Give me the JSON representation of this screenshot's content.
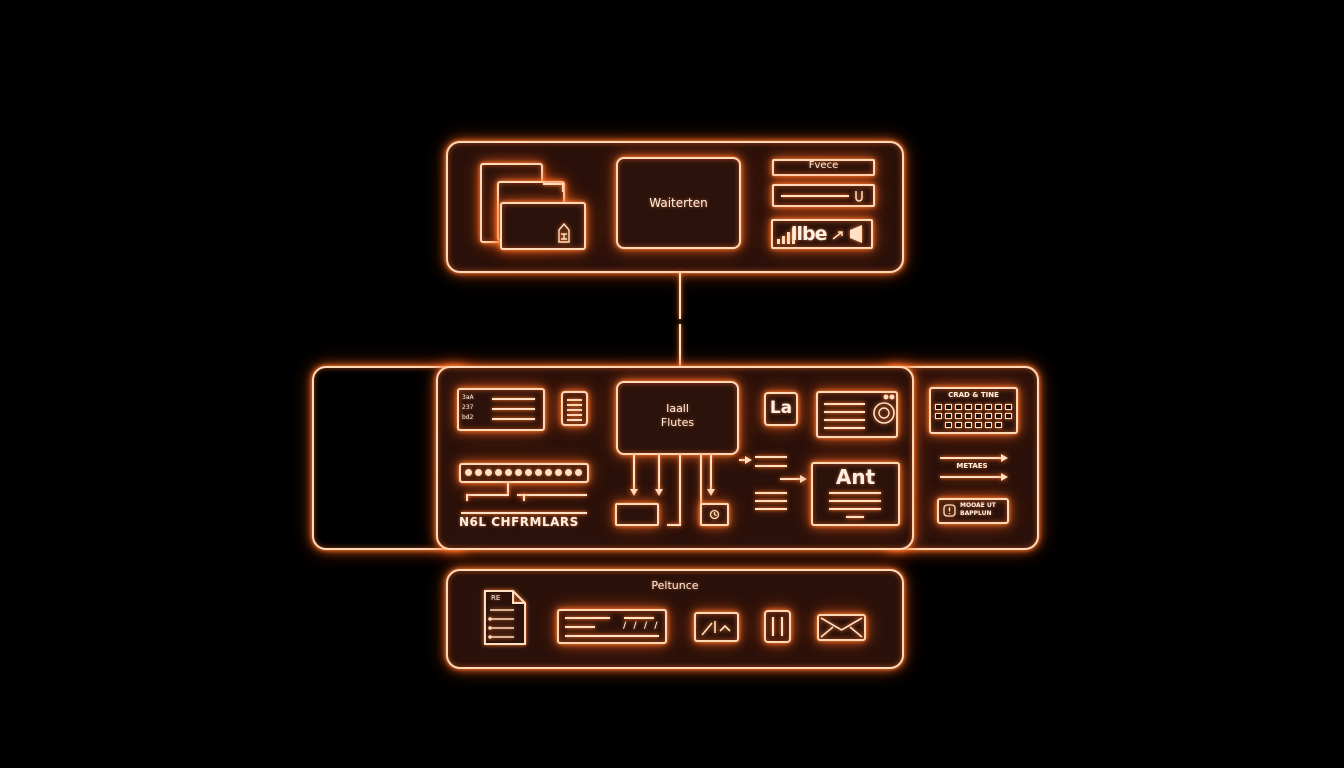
{
  "diagram": {
    "top_panel": {
      "center_label": "Waiterten",
      "right_stack": {
        "header_label": "Fvece",
        "brand_label": "llbe"
      }
    },
    "middle_panel": {
      "center_label_line1": "Iaall",
      "center_label_line2": "Flutes",
      "list_card_rows": [
        "3aA",
        "237",
        "bd2"
      ],
      "timeline_label": "N6L CHFRMLARS",
      "tile_label": "La",
      "article_label": "Ant",
      "right_section": {
        "calendar_label": "CRAD & TINE",
        "arrows_label": "METAES",
        "alert_label_line1": "MOOAE UT",
        "alert_label_line2": "BAPPLUN"
      }
    },
    "bottom_panel": {
      "title": "Peltunce",
      "document_label": "RE",
      "icons": [
        "document-icon",
        "form-icon",
        "chart-icon",
        "pause-icon",
        "mail-icon"
      ]
    },
    "colors": {
      "background": "#000000",
      "panel_fill": "#2a110a",
      "neon_stroke": "#ffd9b8",
      "glow": "#ff7a2a"
    }
  }
}
